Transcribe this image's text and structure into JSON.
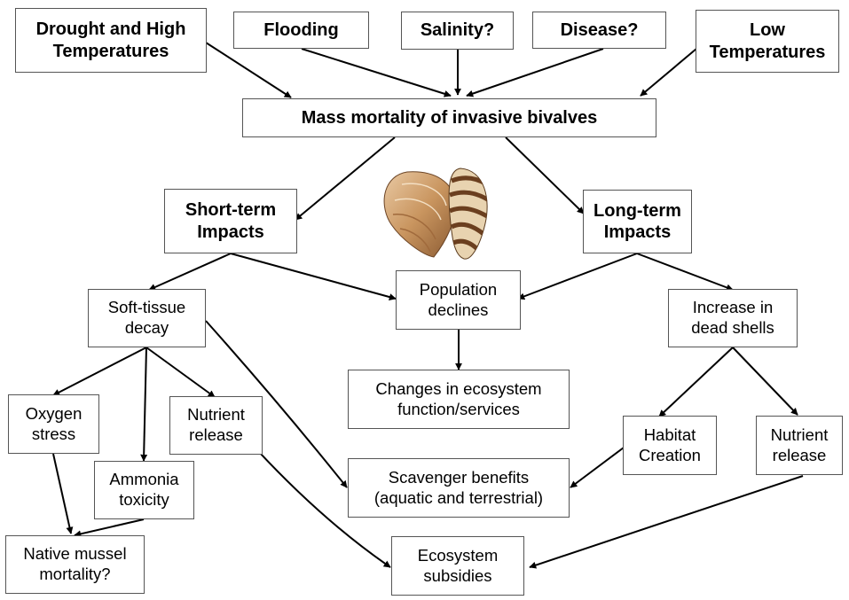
{
  "nodes": {
    "drought": {
      "line1": "Drought and High",
      "line2": "Temperatures"
    },
    "flooding": {
      "line1": "Flooding"
    },
    "salinity": {
      "line1": "Salinity?"
    },
    "disease": {
      "line1": "Disease?"
    },
    "low_temp": {
      "line1": "Low",
      "line2": "Temperatures"
    },
    "mass_mortality": {
      "line1": "Mass mortality of invasive bivalves"
    },
    "short_term": {
      "line1": "Short-term",
      "line2": "Impacts"
    },
    "long_term": {
      "line1": "Long-term",
      "line2": "Impacts"
    },
    "soft_tissue": {
      "line1": "Soft-tissue",
      "line2": "decay"
    },
    "population": {
      "line1": "Population",
      "line2": "declines"
    },
    "dead_shells": {
      "line1": "Increase in",
      "line2": "dead shells"
    },
    "ecosystem_function": {
      "line1": "Changes in ecosystem",
      "line2": "function/services"
    },
    "oxygen": {
      "line1": "Oxygen",
      "line2": "stress"
    },
    "nutrient_left": {
      "line1": "Nutrient",
      "line2": "release"
    },
    "ammonia": {
      "line1": "Ammonia",
      "line2": "toxicity"
    },
    "habitat": {
      "line1": "Habitat",
      "line2": "Creation"
    },
    "nutrient_right": {
      "line1": "Nutrient",
      "line2": "release"
    },
    "scavenger": {
      "line1": "Scavenger benefits",
      "line2": "(aquatic and terrestrial)"
    },
    "native_mussel": {
      "line1": "Native mussel",
      "line2": "mortality?"
    },
    "subsidies": {
      "line1": "Ecosystem",
      "line2": "subsidies"
    }
  },
  "illustration": {
    "icon_left": "clam-shell-icon",
    "icon_right": "zebra-mussel-shell-icon"
  },
  "colors": {
    "border": "#555555",
    "arrow": "#000000",
    "background": "#ffffff"
  }
}
